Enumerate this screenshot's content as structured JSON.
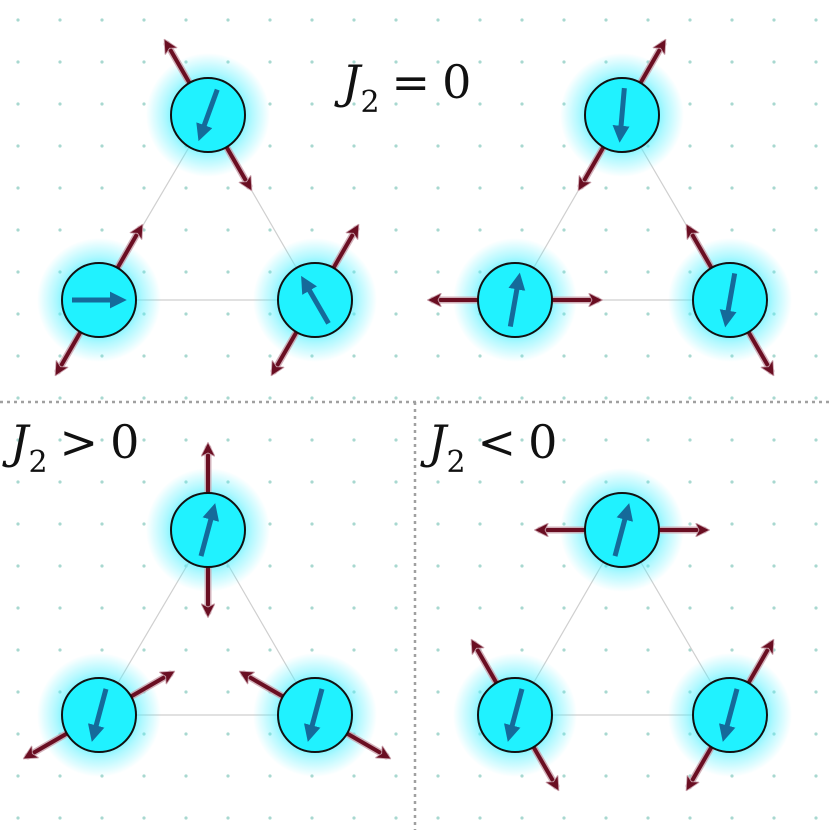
{
  "panels": [
    {
      "label": {
        "var": "J",
        "sub": "2",
        "op": "=",
        "rhs": "0"
      },
      "triangles": [
        {
          "spins": [
            {
              "id": "top",
              "spin_deg": 200,
              "bond_deg": [
                -30,
                150
              ]
            },
            {
              "id": "left",
              "spin_deg": 90,
              "bond_deg": [
                -150,
                30
              ]
            },
            {
              "id": "right",
              "spin_deg": -30,
              "bond_deg": [
                -150,
                30
              ]
            }
          ]
        },
        {
          "spins": [
            {
              "id": "top",
              "spin_deg": 185,
              "bond_deg": [
                30,
                210
              ]
            },
            {
              "id": "left",
              "spin_deg": 10,
              "bond_deg": [
                -90,
                90
              ]
            },
            {
              "id": "right",
              "spin_deg": 190,
              "bond_deg": [
                -30,
                150
              ]
            }
          ]
        }
      ]
    },
    {
      "label": {
        "var": "J",
        "sub": "2",
        "op": ">",
        "rhs": "0"
      },
      "triangles": [
        {
          "spins": [
            {
              "id": "top",
              "spin_deg": 15,
              "bond_deg": [
                0,
                180
              ]
            },
            {
              "id": "left",
              "spin_deg": 195,
              "bond_deg": [
                60,
                240
              ]
            },
            {
              "id": "right",
              "spin_deg": 195,
              "bond_deg": [
                -60,
                120
              ]
            }
          ]
        }
      ]
    },
    {
      "label": {
        "var": "J",
        "sub": "2",
        "op": "<",
        "rhs": "0"
      },
      "triangles": [
        {
          "spins": [
            {
              "id": "top",
              "spin_deg": 15,
              "bond_deg": [
                -90,
                90
              ]
            },
            {
              "id": "left",
              "spin_deg": 195,
              "bond_deg": [
                -30,
                150
              ]
            },
            {
              "id": "right",
              "spin_deg": 195,
              "bond_deg": [
                30,
                210
              ]
            }
          ]
        }
      ]
    }
  ],
  "colors": {
    "background": "#ffffff",
    "dot_grid": "#a8d8d0",
    "site_fill": "#20f2ff",
    "site_glow": "#4ff0ff",
    "site_stroke": "#111111",
    "spin_arrow": "#156a9a",
    "bond_arrow": "#6a0e22",
    "bond_arrow_halo": "#c9a0ab",
    "edge": "#cfcfcf",
    "divider": "#a0a0a0"
  }
}
